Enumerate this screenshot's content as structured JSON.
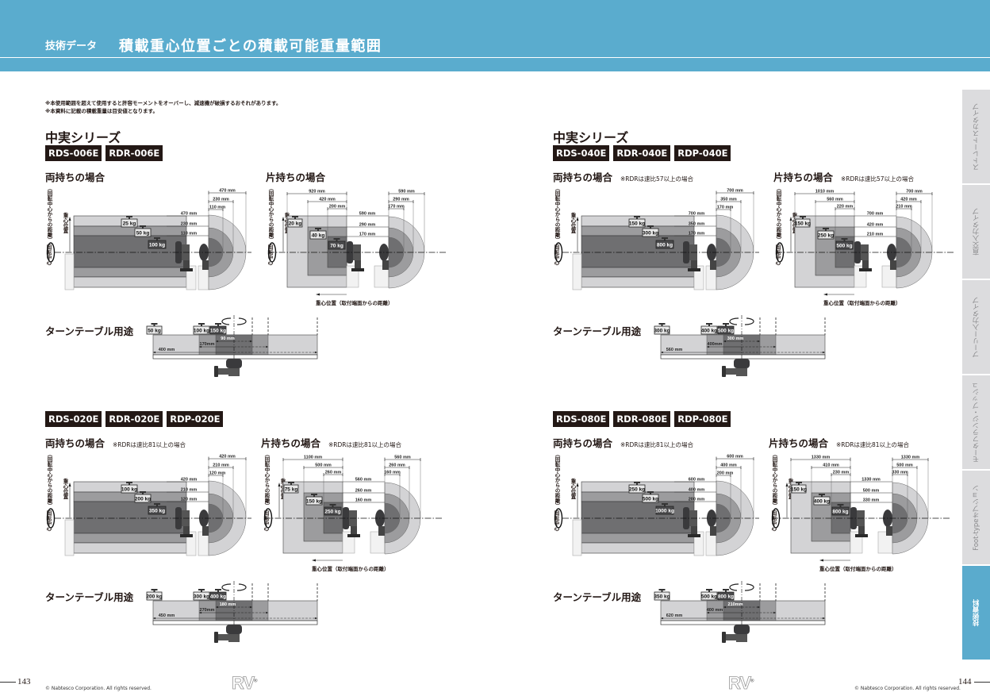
{
  "header": {
    "section": "技術データ",
    "title": "積載重心位置ごとの積載可能重量範囲"
  },
  "notes": [
    "※本使用範囲を超えて使用すると許容モーメントをオーバーし、減速機が破損するおそれがあります。",
    "※本資料に記載の積載重量は目安値となります。"
  ],
  "labels": {
    "double": "両持ちの場合",
    "cantilever": "片持ちの場合",
    "turntable": "ターンテーブル用途",
    "distance": "（回転中心からの距離）",
    "cog": "重心位置",
    "center": "回転中心",
    "cog_caption": "重心位置（取付端面からの距離）"
  },
  "sections": [
    {
      "series": "中実シリーズ",
      "models": [
        "RDS-006E",
        "RDR-006E"
      ],
      "double_note": "",
      "cantilever_note": "",
      "double": {
        "weights": [
          "25 kg",
          "50 kg",
          "100 kg"
        ],
        "dims": [
          "470 mm",
          "230 mm",
          "110 mm"
        ]
      },
      "cantilever": {
        "weights": [
          "20 kg",
          "40 kg",
          "70 kg"
        ],
        "dims_left": [
          "920 mm",
          "420 mm",
          "200 mm"
        ],
        "dims_right": [
          "590 mm",
          "290 mm",
          "170 mm"
        ]
      },
      "turntable": {
        "weights": [
          "50 kg",
          "100 kg",
          "150 kg"
        ],
        "dims": [
          "400 mm",
          "170mm",
          "90 mm"
        ]
      }
    },
    {
      "series": "中実シリーズ",
      "models": [
        "RDS-040E",
        "RDR-040E",
        "RDP-040E"
      ],
      "double_note": "※RDRは速比57以上の場合",
      "cantilever_note": "※RDRは速比57以上の場合",
      "double": {
        "weights": [
          "150 kg",
          "300 kg",
          "800 kg"
        ],
        "dims": [
          "700 mm",
          "350 mm",
          "170 mm"
        ]
      },
      "cantilever": {
        "weights": [
          "150 kg",
          "250 kg",
          "500 kg"
        ],
        "dims_left": [
          "1010 mm",
          "560 mm",
          "220 mm"
        ],
        "dims_right": [
          "700 mm",
          "420 mm",
          "210 mm"
        ]
      },
      "turntable": {
        "weights": [
          "300 kg",
          "400 kg",
          "500 kg"
        ],
        "dims": [
          "560 mm",
          "400mm",
          "300 mm"
        ]
      }
    },
    {
      "series": "",
      "models": [
        "RDS-020E",
        "RDR-020E",
        "RDP-020E"
      ],
      "double_note": "※RDRは速比81以上の場合",
      "cantilever_note": "※RDRは速比81以上の場合",
      "double": {
        "weights": [
          "100 kg",
          "200 kg",
          "350 kg"
        ],
        "dims": [
          "420 mm",
          "210 mm",
          "120 mm"
        ]
      },
      "cantilever": {
        "weights": [
          "75 kg",
          "150 kg",
          "250 kg"
        ],
        "dims_left": [
          "1100 mm",
          "500 mm",
          "260 mm"
        ],
        "dims_right": [
          "560 mm",
          "260 mm",
          "160 mm"
        ]
      },
      "turntable": {
        "weights": [
          "200 kg",
          "300 kg",
          "400 kg"
        ],
        "dims": [
          "450 mm",
          "270mm",
          "180 mm"
        ]
      }
    },
    {
      "series": "",
      "models": [
        "RDS-080E",
        "RDR-080E",
        "RDP-080E"
      ],
      "double_note": "※RDRは速比81以上の場合",
      "cantilever_note": "※RDRは速比81以上の場合",
      "double": {
        "weights": [
          "250 kg",
          "500 kg",
          "1000 kg"
        ],
        "dims": [
          "600 mm",
          "400 mm",
          "200 mm"
        ]
      },
      "cantilever": {
        "weights": [
          "150 kg",
          "400 kg",
          "800 kg"
        ],
        "dims_left": [
          "1330 mm",
          "410 mm",
          "230 mm"
        ],
        "dims_right": [
          "1330 mm",
          "500 mm",
          "330 mm"
        ]
      },
      "turntable": {
        "weights": [
          "350 kg",
          "500 kg",
          "800 kg"
        ],
        "dims": [
          "620 mm",
          "400 mm",
          "210mm"
        ]
      }
    }
  ],
  "sidebar": {
    "active": 5,
    "items": [
      "ストレートスカタイプ",
      "直交入力タイプ",
      "プーリー入力タイプ",
      "モータフランジ・ブッシュ",
      "Foot-typeオプション",
      "技術資料"
    ]
  },
  "footer": {
    "left_page": "143",
    "right_page": "144",
    "copyright": "© Nabtesco Corporation. All rights reserved.",
    "logo": "RV"
  },
  "colors": {
    "header": "#5aacce",
    "light": "#d3d3d5",
    "mid": "#9c9c9e",
    "dark": "#6f6f71"
  }
}
